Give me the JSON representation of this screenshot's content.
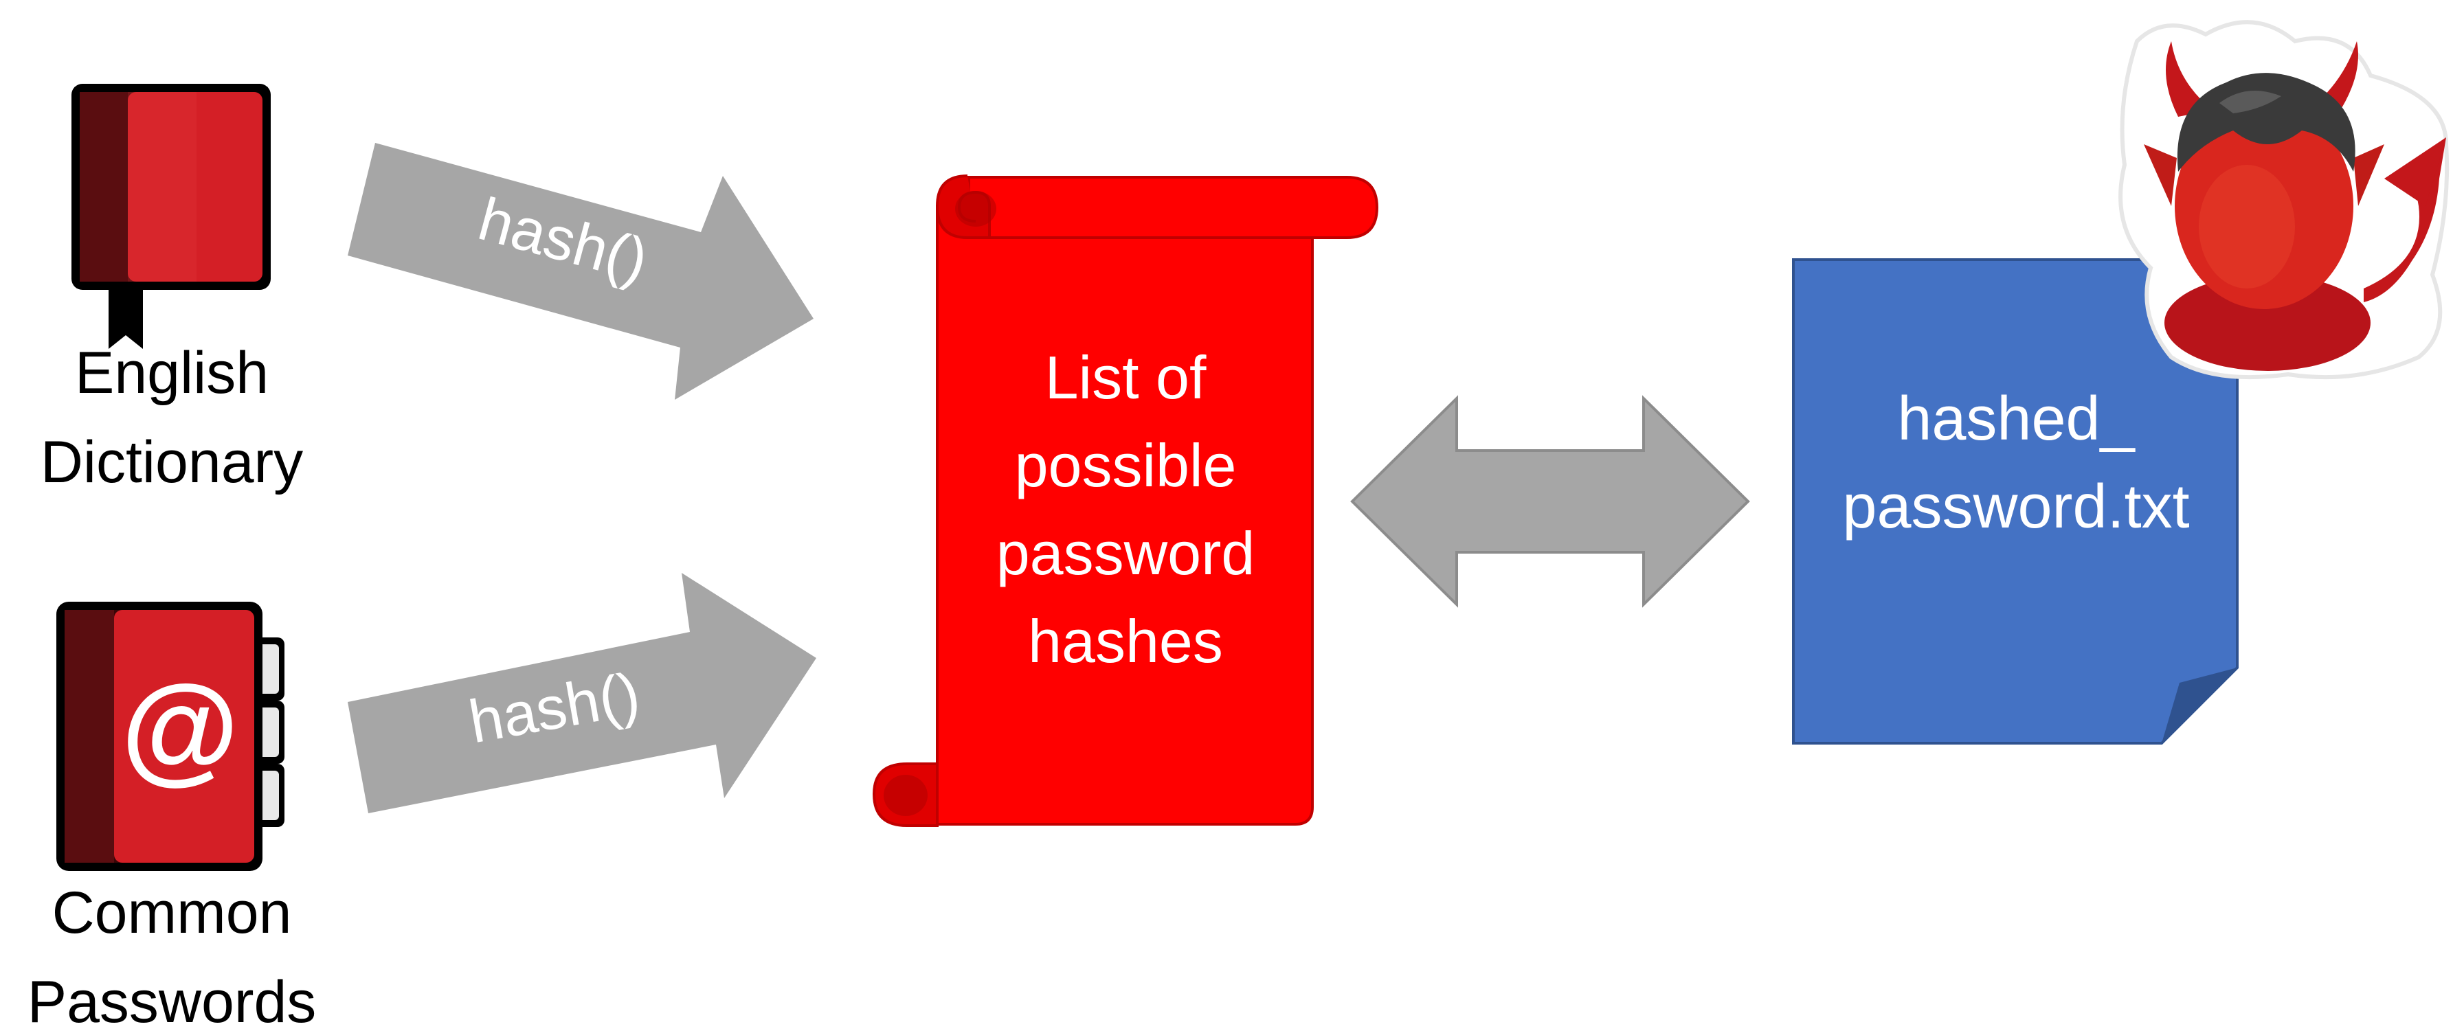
{
  "sources": {
    "dictionary": {
      "line1": "English",
      "line2": "Dictionary",
      "icon": "book-icon"
    },
    "common": {
      "line1": "Common",
      "line2": "Passwords",
      "icon": "address-book-icon",
      "glyph": "@"
    }
  },
  "arrows": {
    "top_label": "hash()",
    "bottom_label": "hash()"
  },
  "scroll": {
    "line1": "List of",
    "line2": "possible",
    "line3": "password",
    "line4": "hashes",
    "icon": "scroll-icon"
  },
  "file": {
    "line1": "hashed_",
    "line2": "password.txt",
    "icon": "document-icon"
  },
  "attacker": {
    "icon": "devil-icon"
  },
  "colors": {
    "red": "#ff0000",
    "dark_red": "#c00000",
    "book_red": "#d41f26",
    "blue": "#4472c4",
    "gray_arrow": "#a6a6a6",
    "text_dark": "#000000",
    "text_light": "#ffffff"
  }
}
